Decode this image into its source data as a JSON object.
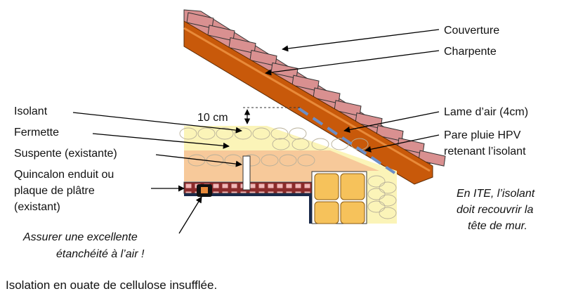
{
  "labels": {
    "couverture": "Couverture",
    "charpente": "Charpente",
    "isolant": "Isolant",
    "fermette": "Fermette",
    "suspente": "Suspente (existante)",
    "quincalon_1": "Quincalon enduit ou",
    "quincalon_2": "plaque de plâtre",
    "quincalon_3": "(existant)",
    "lame_air": "Lame d’air (4cm)",
    "pare_pluie_1": "Pare pluie HPV",
    "pare_pluie_2": "retenant l’isolant",
    "dimension": "10 cm"
  },
  "notes": {
    "etancheite_1": "Assurer une excellente",
    "etancheite_2": "étanchéité à l’air !",
    "ite_1": "En ITE, l’isolant",
    "ite_2": "doit recouvrir la",
    "ite_3": "tête de mur."
  },
  "caption": "Isolation en ouate de cellulose insufflée.",
  "colors": {
    "insulation": "#fbf4b8",
    "fermette_wood": "#f6c497",
    "rafter": "#c8590a",
    "rafter_highlight": "#e88a3a",
    "roof_tile": "#d99090",
    "brick": "#8a2a2a",
    "brick_mortar": "#f1b6b6",
    "wall_block": "#f6c25b",
    "air_gap_dash": "#6a8ec8"
  }
}
